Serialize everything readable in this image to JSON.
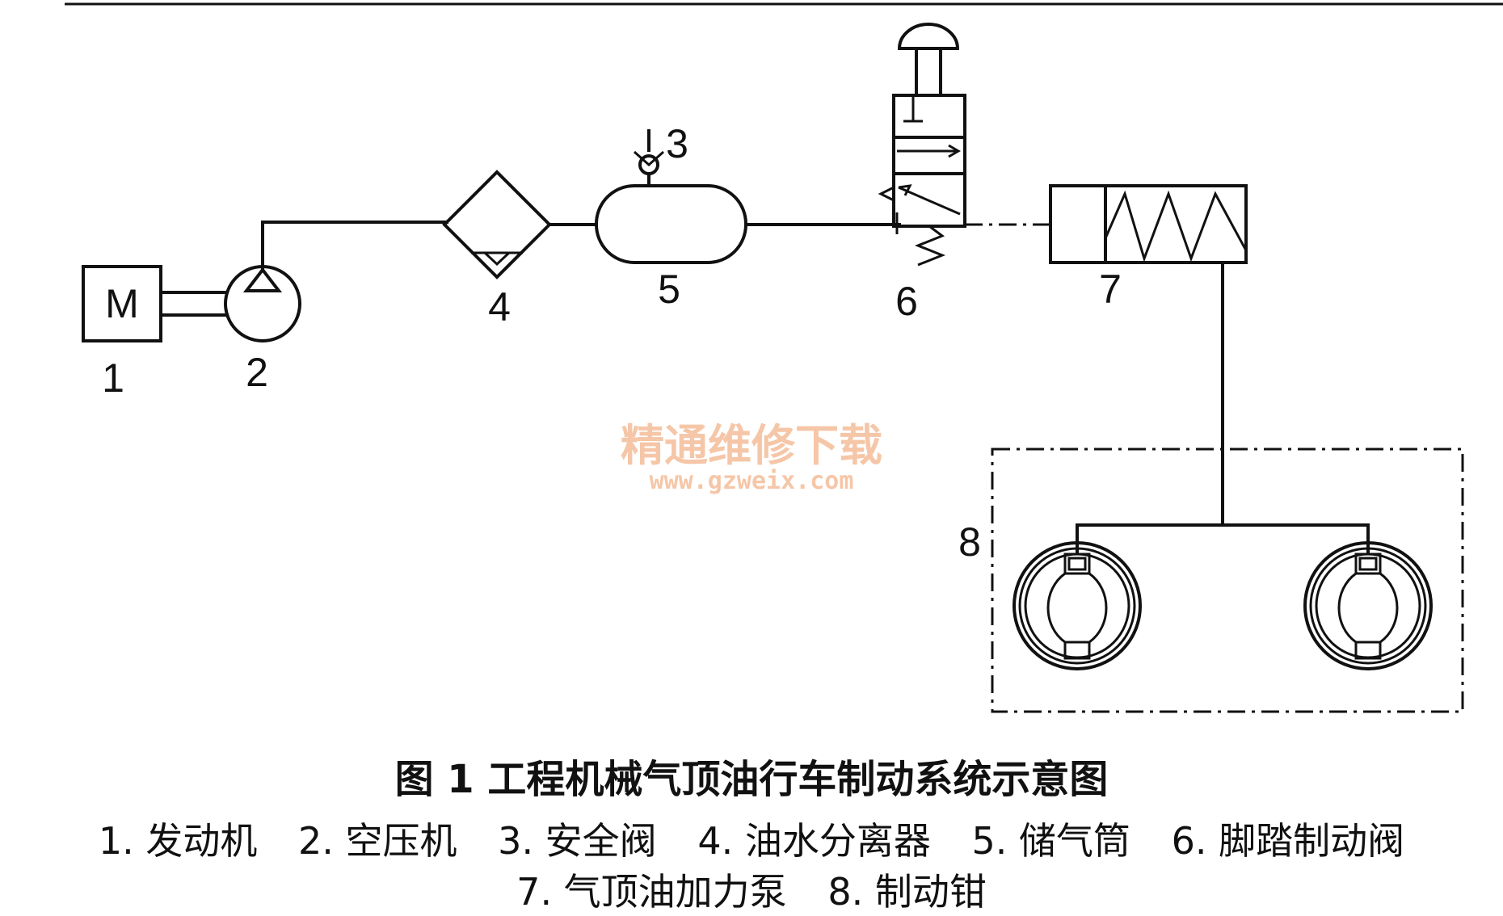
{
  "labels": {
    "engine": "1",
    "compressor": "2",
    "safety_valve": "3",
    "separator": "4",
    "reservoir": "5",
    "brake_valve": "6",
    "booster": "7",
    "calipers": "8"
  },
  "motor_letter": "M",
  "watermark": {
    "chinese": "精通维修下载",
    "url": "www.gzweix.com"
  },
  "caption": {
    "title": "图 1   工程机械气顶油行车制动系统示意图",
    "legend_line_1": [
      "1. 发动机",
      "2. 空压机",
      "3. 安全阀",
      "4. 油水分离器",
      "5. 储气筒",
      "6. 脚踏制动阀"
    ],
    "legend_line_2": [
      "7. 气顶油加力泵",
      "8. 制动钳"
    ]
  }
}
